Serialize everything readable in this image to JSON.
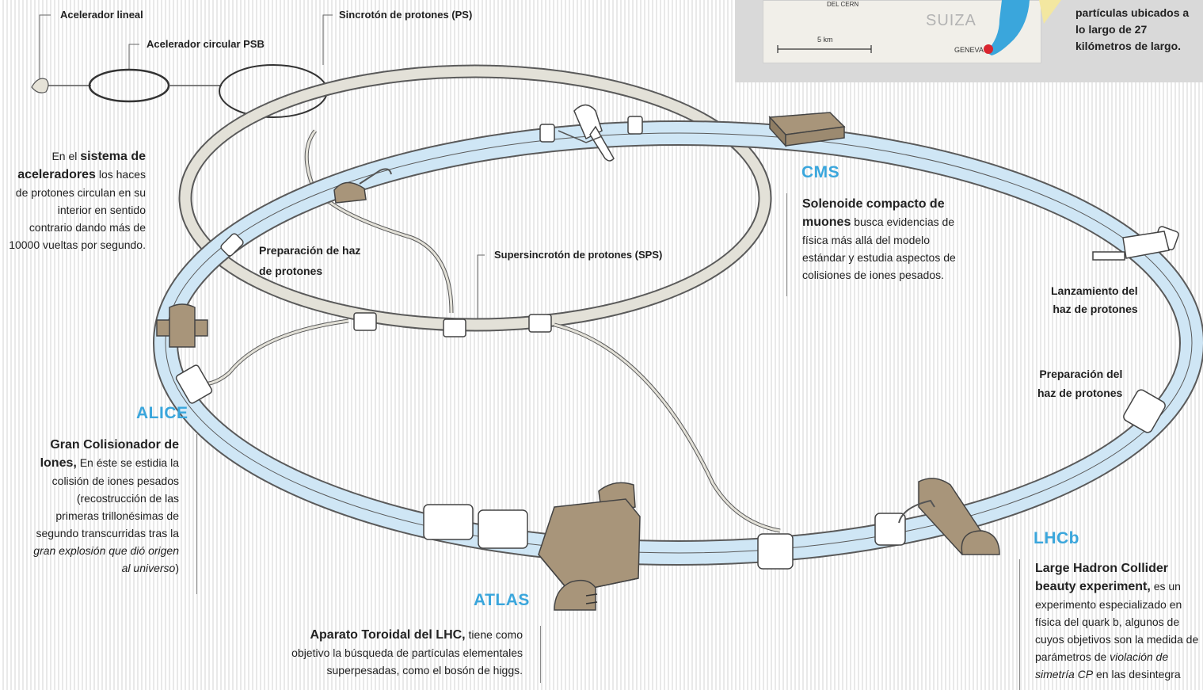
{
  "labels": {
    "linac": "Acelerador lineal",
    "psb": "Acelerador circular PSB",
    "ps": "Sincrotón de protones (PS)",
    "sps": "Supersincrotón de protones (SPS)",
    "prep_left_1": "Preparación de haz",
    "prep_left_2": "de protones",
    "launch_1": "Lanzamiento del",
    "launch_2": "haz de protones",
    "prep_right_1": "Preparación del",
    "prep_right_2": "haz de protones"
  },
  "intro": {
    "l1_a": "En el ",
    "l1_b": "sistema de",
    "l2_a": "aceleradores",
    "l2_b": " los haces",
    "l3": "de protones circulan en su",
    "l4": "interior en sentido",
    "l5": "contrario dando más de",
    "l6": "10000 vueltas por segundo."
  },
  "cms": {
    "title": "CMS",
    "l1": "Solenoide compacto de",
    "l2_b": "muones",
    "l2_r": " busca evidencias de",
    "l3": "física más allá del modelo",
    "l4": "estándar y estudia aspectos de",
    "l5": "colisiones de iones pesados."
  },
  "alice": {
    "title": "ALICE",
    "l1": "Gran Colisionador de",
    "l2_b": "Iones,",
    "l2_r": " En éste se estidia la",
    "l3": "colisión de iones pesados",
    "l4": "(recostrucción de las",
    "l5": "primeras trillonésimas de",
    "l6": "segundo transcurridas tras la",
    "l7": "gran explosión que dió origen",
    "l8_i": "al universo",
    "l8_r": ")"
  },
  "atlas": {
    "title": "ATLAS",
    "l1_b": "Aparato Toroidal del LHC,",
    "l1_r": " tiene como",
    "l2": "objetivo la búsqueda de partículas elementales",
    "l3": "superpesadas, como el bosón de higgs."
  },
  "lhcb": {
    "title": "LHCb",
    "l1": "Large Hadron Collider",
    "l2_b": "beauty experiment,",
    "l2_r": " es un",
    "l3": "experimento especializado en",
    "l4": "física del quark b, algunos de",
    "l5": "cuyos objetivos son la medida de",
    "l6_a": "parámetros de ",
    "l6_i": "violación de",
    "l7_i": "simetría CP",
    "l7_r": " en las desintegra"
  },
  "map": {
    "cern": "DEL CERN",
    "country": "SUIZA",
    "scale": "5 km",
    "city": "GENEVA",
    "side_1": "partículas ubicados a",
    "side_2": "lo largo de 27",
    "side_3": "kilómetros de largo."
  },
  "colors": {
    "lhc_ring": "#cfe6f5",
    "ring_outline": "#5a5a5a",
    "sps_ring": "#e3e1d8",
    "detector": "#a8957a",
    "title_blue": "#3aa6dc",
    "lake": "#3aa6dc",
    "city_dot": "#d9252f"
  }
}
